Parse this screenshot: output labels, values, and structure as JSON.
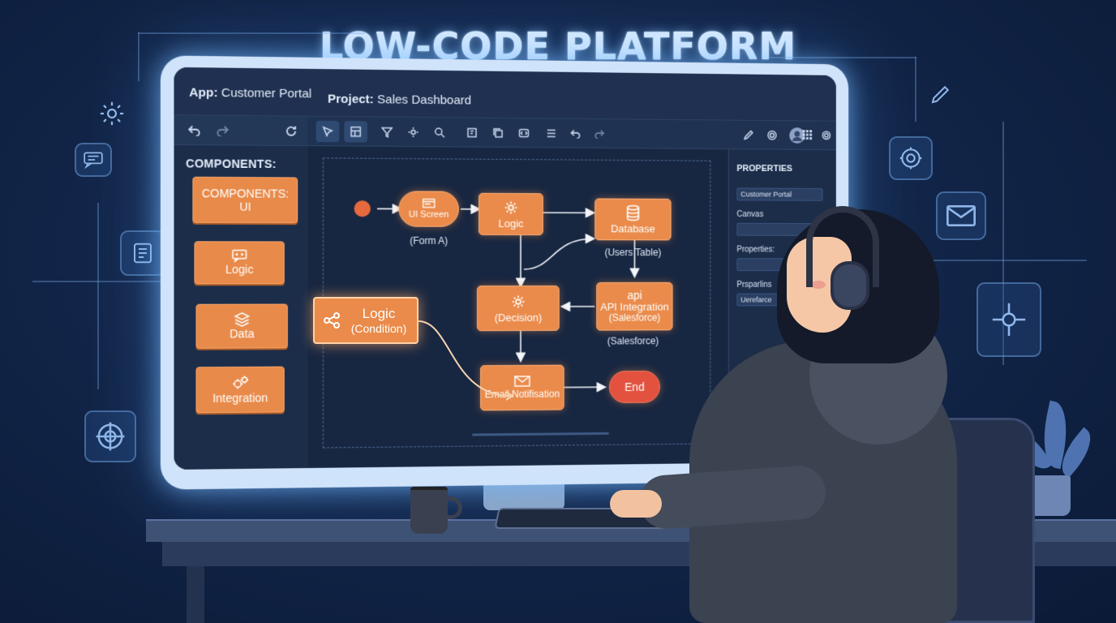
{
  "page": {
    "title": "LOW-CODE PLATFORM"
  },
  "colors": {
    "background": "#12264a",
    "screen": "#1a2945",
    "node_orange": "#ea8b4b",
    "end_node_red": "#e2523f",
    "glow": "#8cc8ff"
  },
  "header": {
    "app_label": "App:",
    "app_value": "Customer Portal",
    "project_label": "Project:",
    "project_value": "Sales Dashboard"
  },
  "toolbar": {
    "left_icons": [
      "undo-icon",
      "redo-icon",
      "refresh-icon"
    ],
    "main_icons": [
      "select-cursor-icon",
      "layout-icon",
      "filter-icon",
      "settings-icon",
      "zoom-icon",
      "text-block-icon",
      "copy-icon",
      "code-icon",
      "list-icon",
      "undo-icon",
      "redo-icon"
    ],
    "right_icons": [
      "edit-icon",
      "gear-icon",
      "user-avatar-icon",
      "grid-icon",
      "gear-icon"
    ]
  },
  "components": {
    "title": "COMPONENTS:",
    "items": [
      {
        "label": "COMPONENTS:",
        "sublabel": "UI"
      },
      {
        "label": "Logic",
        "icon": "chat-code-icon"
      },
      {
        "label": "Data",
        "icon": "layers-icon"
      },
      {
        "label": "Integration",
        "icon": "gears-icon"
      }
    ]
  },
  "floating_node": {
    "title": "Logic",
    "subtitle": "(Condition)",
    "icon": "share-icon"
  },
  "flow": {
    "ui_screen": {
      "label": "UI Screen",
      "caption": "(Form A)"
    },
    "logic": {
      "label": "Logic"
    },
    "database": {
      "label": "Database",
      "caption": "(Users Table)"
    },
    "decision": {
      "label": "(Decision)"
    },
    "api": {
      "label_top": "api",
      "label": "API Integration",
      "label_sub": "(Salesforce)",
      "caption": "(Salesforce)"
    },
    "email": {
      "label": "Email Notifisation"
    },
    "end": {
      "label": "End"
    }
  },
  "properties": {
    "title": "PROPERTIES",
    "field1_value": "Customer Portal",
    "label1": "Canvas",
    "label2": "Properties:",
    "label3": "Prsparlins",
    "field3_value": "Uerefarce"
  }
}
